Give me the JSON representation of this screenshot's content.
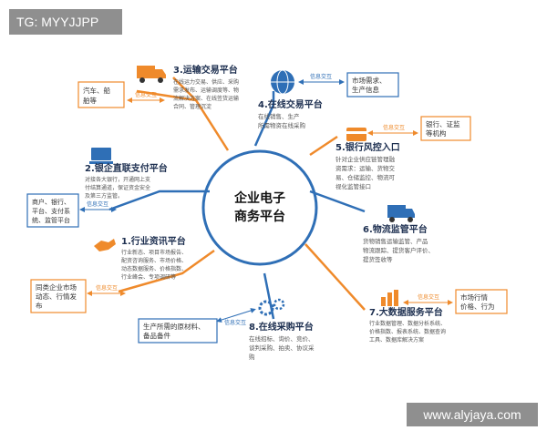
{
  "watermark": {
    "top": "TG: MYYJJPP",
    "bottom": "www.alyjaya.com"
  },
  "colors": {
    "blue": "#2f6fb6",
    "orange": "#ef8a2b",
    "dark": "#1d2f50"
  },
  "center": {
    "line1": "企业电子",
    "line2": "商务平台"
  },
  "platforms": [
    {
      "id": "transport",
      "number": "3.",
      "title": "运输交易平台",
      "desc": [
        "在线运力交易、供应、采购",
        "需求发布、运输调度等、物",
        "流解决方案、在线签货运输",
        "合同、管理沉淀"
      ],
      "icon": "truck-icon",
      "exchange": "信息交互",
      "partner": [
        "汽车、船",
        "舶等"
      ]
    },
    {
      "id": "online-trade",
      "number": "4.",
      "title": "在线交易平台",
      "desc": [
        "在线销售、生产",
        "所需物资在线采购"
      ],
      "icon": "globe-icon",
      "exchange": "信息交互",
      "partner": [
        "市场需求、",
        "生产信息"
      ]
    },
    {
      "id": "bank-risk",
      "number": "5.",
      "title": "银行风控入口",
      "desc": [
        "针对企业供应链管理融",
        "资需求：运输、货物交",
        "易、仓储监控、物流可",
        "视化监管接口"
      ],
      "icon": "card-icon",
      "exchange": "信息交互",
      "partner": [
        "银行、证监",
        "等机构"
      ]
    },
    {
      "id": "logistics",
      "number": "6.",
      "title": "物流监管平台",
      "desc": [
        "货物销售运输监管、产品",
        "物流跟踪、提货客户评价、",
        "提货签收等"
      ],
      "icon": "delivery-truck-icon"
    },
    {
      "id": "bigdata",
      "number": "7.",
      "title": "大数据服务平台",
      "desc": [
        "行业数据管理、数据分析系统、",
        "价格指数、报表系统、数据查询",
        "工具、数据库解决方案"
      ],
      "icon": "bar-chart-icon",
      "exchange": "信息交互",
      "partner": [
        "市场行情",
        "价格、行为"
      ]
    },
    {
      "id": "procurement",
      "number": "8.",
      "title": "在线采购平台",
      "desc": [
        "在线招标、询价、竞价、",
        "谈判采购、拍卖、协议采",
        "购"
      ],
      "icon": "gears-icon",
      "exchange": "信息交互",
      "partner": [
        "生产所需的原材料、",
        "备品备件"
      ]
    },
    {
      "id": "industry-info",
      "number": "1.",
      "title": "行业资讯平台",
      "desc": [
        "行业新态、项目市场报告、",
        "配资咨询服务、市场价格、",
        "动态数据服务、价格指数、",
        "行业峰会、专项调研等"
      ],
      "icon": "hand-icon",
      "exchange": "信息交互",
      "partner": [
        "同类企业市场",
        "动态、行情发",
        "布"
      ]
    },
    {
      "id": "bank-pay",
      "number": "2.",
      "title": "银企直联支付平台",
      "desc": [
        "对接各大银行，开通网上支",
        "付结算通道，保证资金安全",
        "及第三方监管。"
      ],
      "icon": "laptop-icon",
      "exchange": "信息交互",
      "partner": [
        "商户、银行、",
        "平台、支付系",
        "统、监管平台"
      ]
    }
  ]
}
